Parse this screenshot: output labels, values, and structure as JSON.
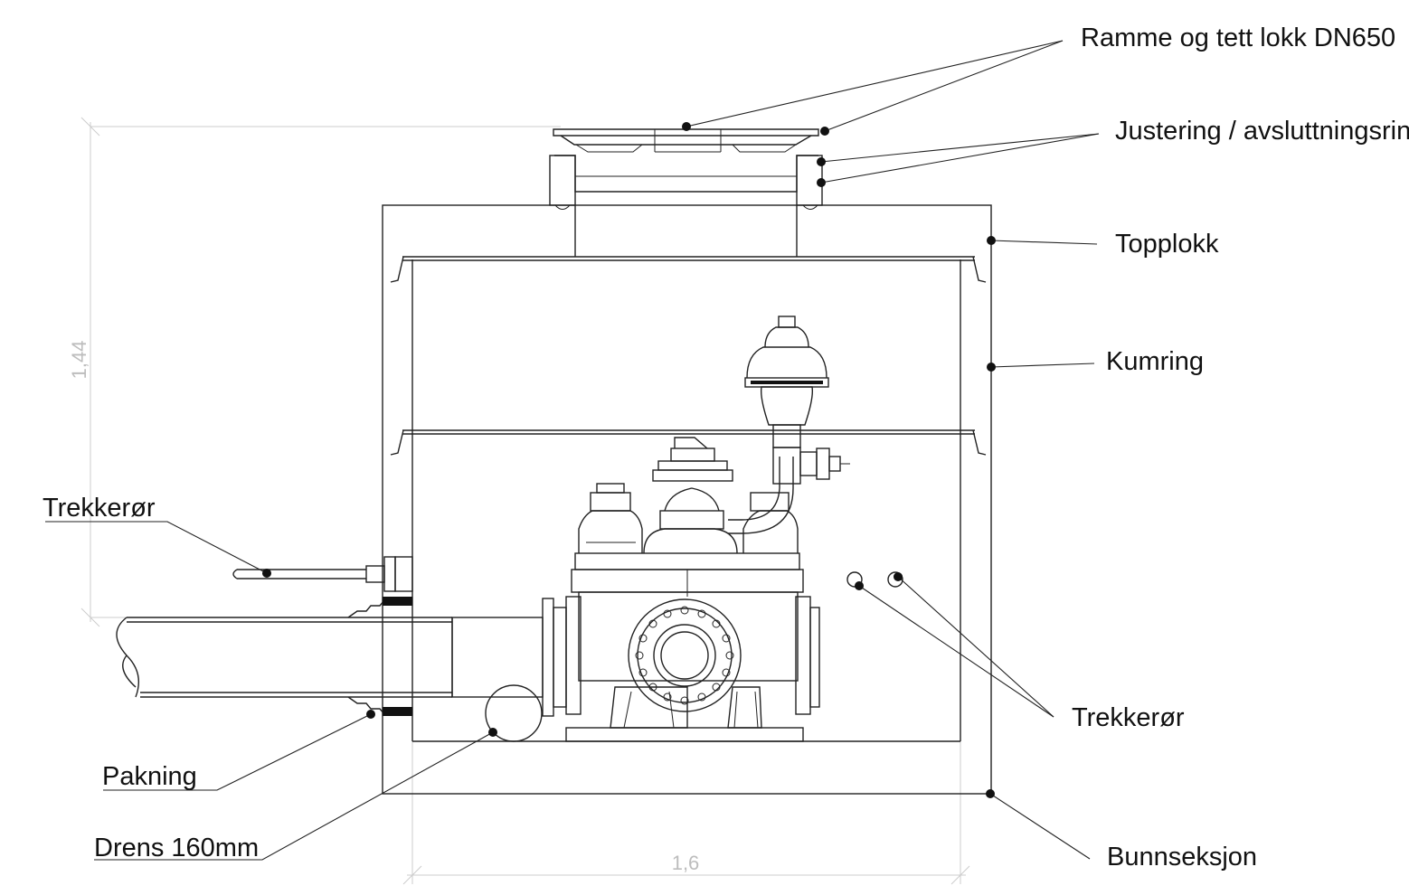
{
  "labels": {
    "ramme": "Ramme og tett lokk DN650",
    "justering": "Justering / avsluttningsring",
    "topplokk": "Topplokk",
    "kumring": "Kumring",
    "trekkeror_left": "Trekkerør",
    "trekkeror_right": "Trekkerør",
    "pakning": "Pakning",
    "drens": "Drens 160mm",
    "bunnseksjon": "Bunnseksjon"
  },
  "dimensions": {
    "height": "1,44",
    "width": "1,6"
  },
  "colors": {
    "line": "#222222",
    "dimension": "#bdbdbd",
    "background": "#ffffff"
  }
}
